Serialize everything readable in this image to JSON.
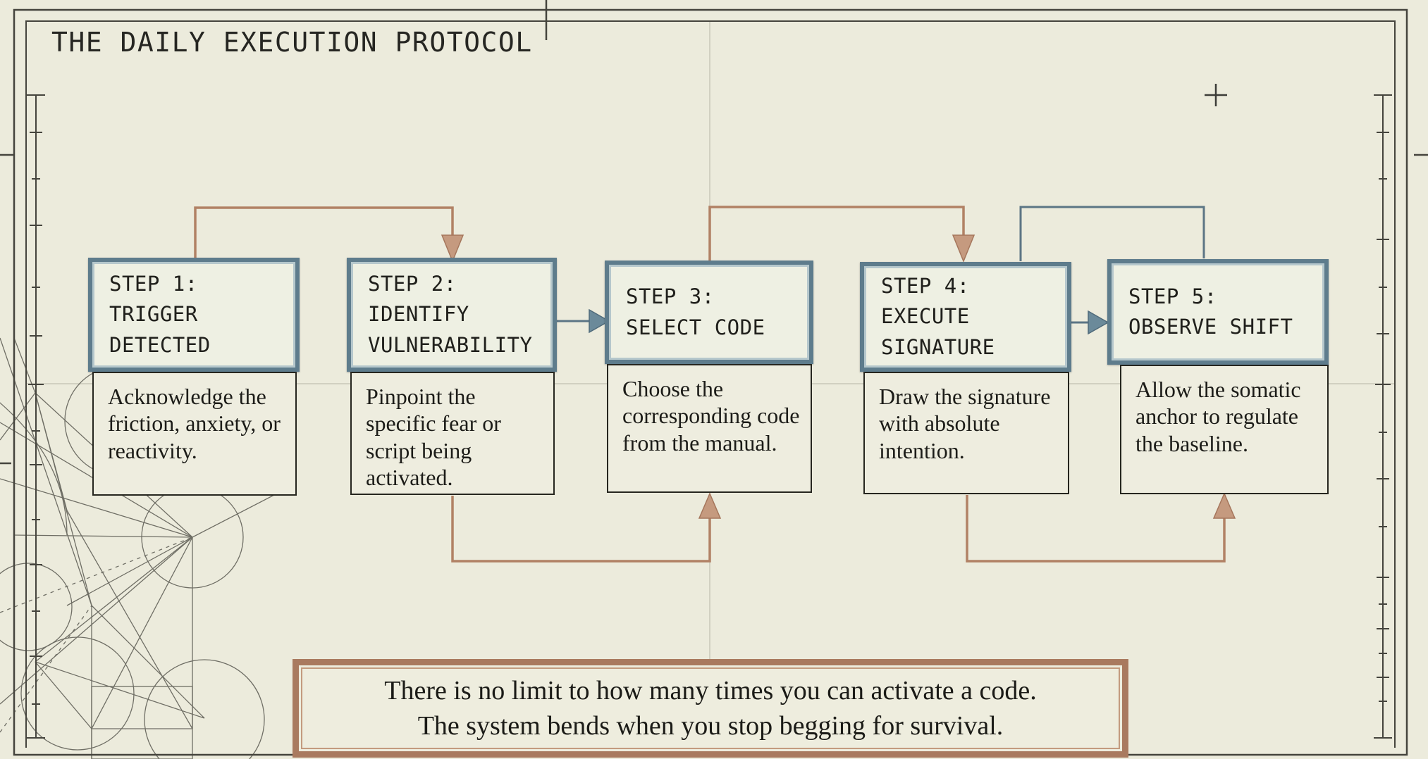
{
  "title": "THE DAILY EXECUTION PROTOCOL",
  "steps": [
    {
      "heading": "STEP 1:\nTRIGGER\nDETECTED",
      "description": "Acknowledge the friction, anxiety, or reactivity."
    },
    {
      "heading": "STEP 2:\nIDENTIFY\nVULNERABILITY",
      "description": "Pinpoint the specific fear or script being activated."
    },
    {
      "heading": "STEP 3:\nSELECT CODE",
      "description": "Choose the corresponding code from the manual."
    },
    {
      "heading": "STEP 4:\nEXECUTE\nSIGNATURE",
      "description": "Draw the signature with absolute intention."
    },
    {
      "heading": "STEP 5:\nOBSERVE SHIFT",
      "description": "Allow the somatic anchor to regulate the baseline."
    }
  ],
  "footer_note": {
    "line1": "There is no limit to how many times you can activate a code.",
    "line2": "The system bends when you stop begging for survival."
  },
  "colors": {
    "background": "#ecebdc",
    "step_border": "#5e7c8c",
    "step_border_inner": "#b5c7cc",
    "connector_copper": "#b18165",
    "connector_copper_fill": "#c59a7f",
    "connector_slate": "#5c7585",
    "connector_slate_fill": "#6b8a9a",
    "description_border": "#26261f",
    "note_border": "#a97a5f",
    "frame_line": "#45443d",
    "guide_line": "#c8c7b8",
    "ink": "#20201c"
  }
}
